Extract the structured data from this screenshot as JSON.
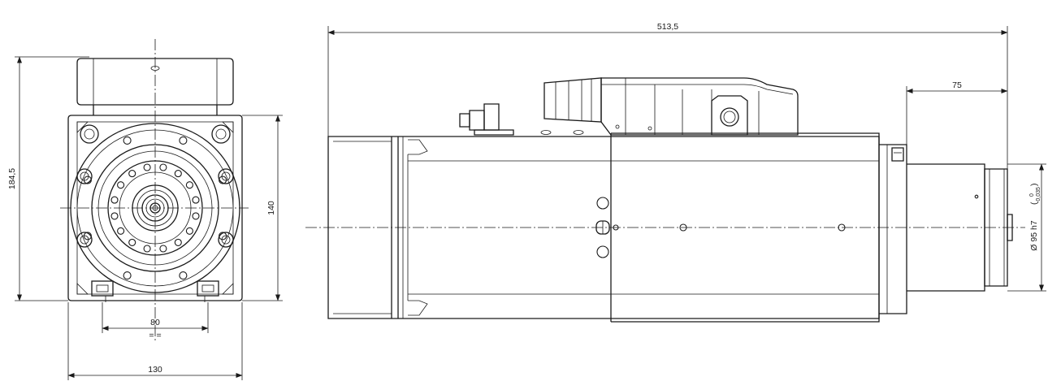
{
  "dimensions": {
    "overall_length": "513,5",
    "nose_length": "75",
    "height": "184,5",
    "flange_height": "140",
    "foot_spacing": "80",
    "foot_equal": "= =",
    "width": "130",
    "nose_diameter": "Ø 95 h7",
    "tolerance_upper": "0",
    "tolerance_lower": "-0,035"
  }
}
